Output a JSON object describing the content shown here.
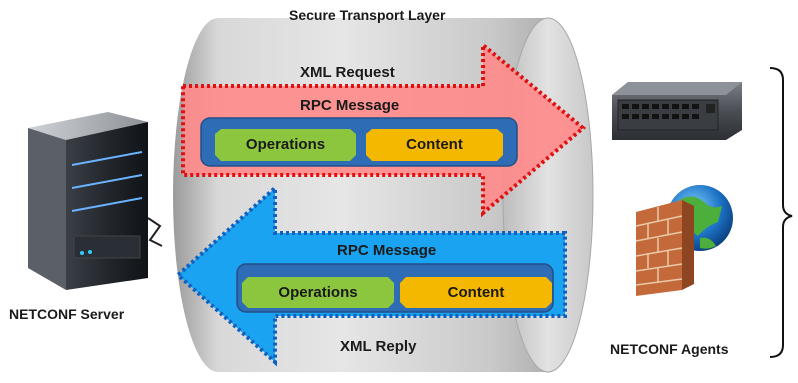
{
  "transport_label": "Secure Transport Layer",
  "request": {
    "label": "XML Request",
    "rpc_label": "RPC Message",
    "operations_label": "Operations",
    "content_label": "Content"
  },
  "reply": {
    "label": "XML Reply",
    "rpc_label": "RPC Message",
    "operations_label": "Operations",
    "content_label": "Content"
  },
  "server_label": "NETCONF Server",
  "agents_label": "NETCONF Agents",
  "colors": {
    "request_arrow": "#ff8a8a",
    "request_border": "#e01010",
    "reply_arrow": "#1aa3f0",
    "reply_border": "#1060c0",
    "rpc_box": "#2f6cb6",
    "operations_tag": "#8cc63f",
    "content_tag": "#f5b800"
  }
}
